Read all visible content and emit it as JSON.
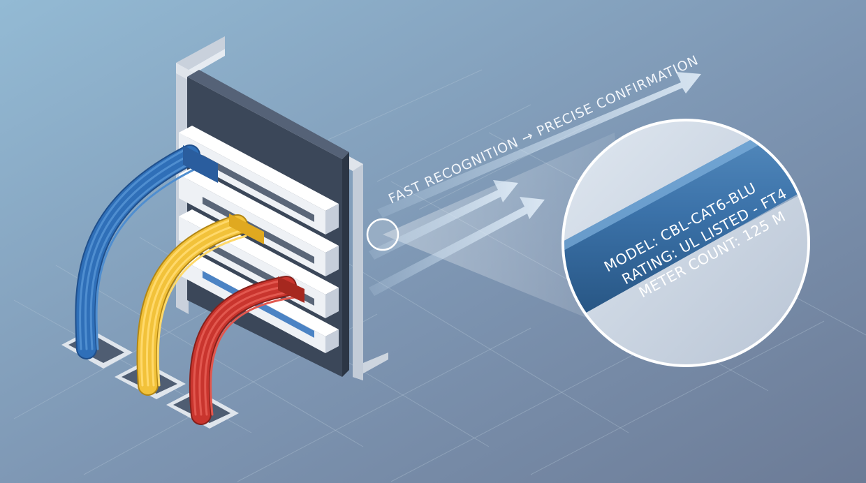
{
  "diagram": {
    "heading": "FAST RECOGNITION → PRECISE CONFIRMATION",
    "cable_label": {
      "model": "MODEL: CBL-CAT6-BLU",
      "rating": "RATING: UL LISTED - FT4",
      "meter_count": "METER COUNT: 125 M"
    }
  },
  "colors": {
    "background_top": "#8fb6d1",
    "background_bottom": "#6f7f99",
    "rack_frame": "#d5dbe4",
    "rack_panel": "#3a4658",
    "cable_blue": "#2f6fb8",
    "cable_yellow": "#f2c23a",
    "cable_red": "#c9352e",
    "label_band": "#3f77ad"
  }
}
